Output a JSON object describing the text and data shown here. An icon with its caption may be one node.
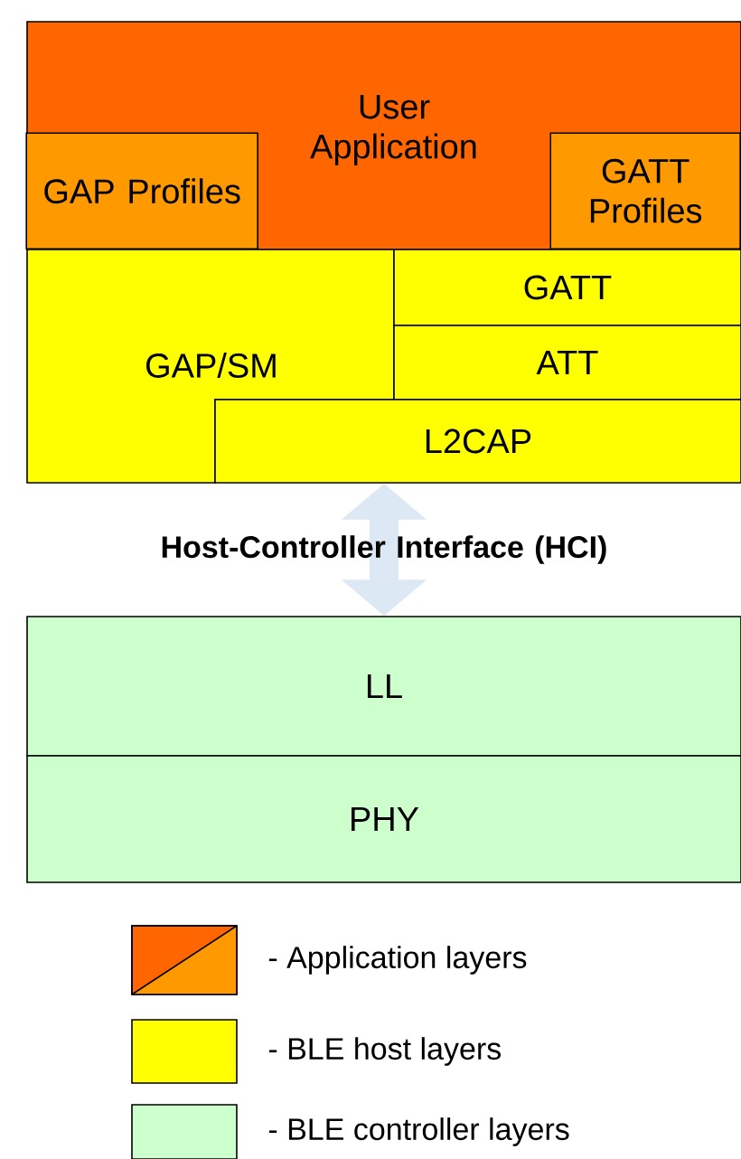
{
  "diagram": {
    "nodes": [
      {
        "text": [
          "User Application"
        ]
      },
      {
        "text": [
          "GAP Profiles"
        ],
        "in": 0
      },
      {
        "text": [
          "GATT Profiles"
        ],
        "in": 0
      },
      {
        "text": [
          "GAP/SM"
        ]
      },
      {
        "text": [
          "GATT"
        ]
      },
      {
        "text": [
          "ATT"
        ]
      },
      {
        "text": [
          "L2CAP"
        ]
      },
      {
        "text": [
          "LL"
        ]
      },
      {
        "text": [
          "PHY"
        ]
      }
    ],
    "edges": [
      {
        "from": 6,
        "to": 7,
        "arrow": "both",
        "label": "Host-Controller Interface (HCI)"
      }
    ],
    "legend": [
      {
        "text": "- Application layers",
        "color": "#ff6600"
      },
      {
        "text": "- BLE host layers",
        "color": "#ffff00"
      },
      {
        "text": "- BLE controller layers",
        "color": "#ccffcc"
      }
    ]
  }
}
